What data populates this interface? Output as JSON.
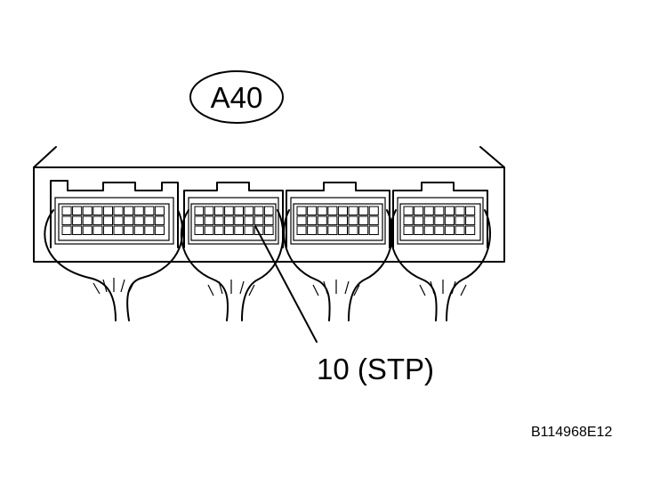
{
  "diagram": {
    "connector_label": "A40",
    "pin_callout": "10 (STP)",
    "figure_code": "B114968E12"
  },
  "colors": {
    "line": "#000000",
    "background": "#ffffff"
  }
}
